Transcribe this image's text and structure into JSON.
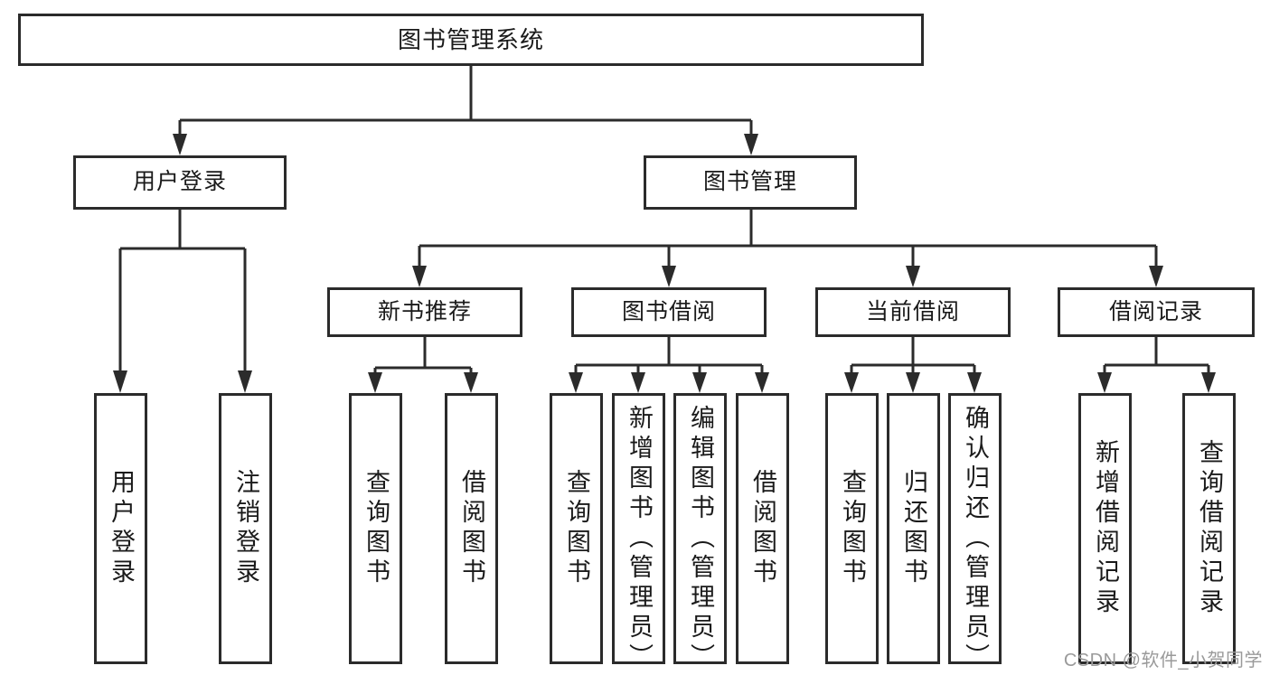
{
  "diagram": {
    "title": "图书管理系统",
    "type": "tree-hierarchy",
    "orientation": "top-down",
    "colors": {
      "box_border": "#2b2b2b",
      "box_fill": "#ffffff",
      "connector": "#2b2b2b",
      "text": "#1a1a1a",
      "watermark": "#9a9a9a",
      "background": "#ffffff"
    },
    "root": {
      "label": "图书管理系统"
    },
    "level2": [
      {
        "id": "user-login",
        "label": "用户登录"
      },
      {
        "id": "book-manage",
        "label": "图书管理"
      }
    ],
    "level3": [
      {
        "id": "new-book-rec",
        "label": "新书推荐"
      },
      {
        "id": "book-borrow",
        "label": "图书借阅"
      },
      {
        "id": "current-borrow",
        "label": "当前借阅"
      },
      {
        "id": "borrow-record",
        "label": "借阅记录"
      }
    ],
    "leaves": {
      "user_login": [
        {
          "id": "leaf-user-login",
          "label": "用户登录"
        },
        {
          "id": "leaf-user-logout",
          "label": "注销登录"
        }
      ],
      "new_book_rec": [
        {
          "id": "leaf-query-book-1",
          "label": "查询图书"
        },
        {
          "id": "leaf-borrow-book-1",
          "label": "借阅图书"
        }
      ],
      "book_borrow": [
        {
          "id": "leaf-query-book-2",
          "label": "查询图书"
        },
        {
          "id": "leaf-add-book",
          "label": "新增图书（管理员）"
        },
        {
          "id": "leaf-edit-book",
          "label": "编辑图书（管理员）"
        },
        {
          "id": "leaf-borrow-book-2",
          "label": "借阅图书"
        }
      ],
      "current_borrow": [
        {
          "id": "leaf-query-book-3",
          "label": "查询图书"
        },
        {
          "id": "leaf-return-book",
          "label": "归还图书"
        },
        {
          "id": "leaf-confirm-return",
          "label": "确认归还（管理员）"
        }
      ],
      "borrow_record": [
        {
          "id": "leaf-add-record",
          "label": "新增借阅记录"
        },
        {
          "id": "leaf-query-record",
          "label": "查询借阅记录"
        }
      ]
    }
  },
  "watermark": {
    "text": "CSDN @软件_小贺同学"
  }
}
